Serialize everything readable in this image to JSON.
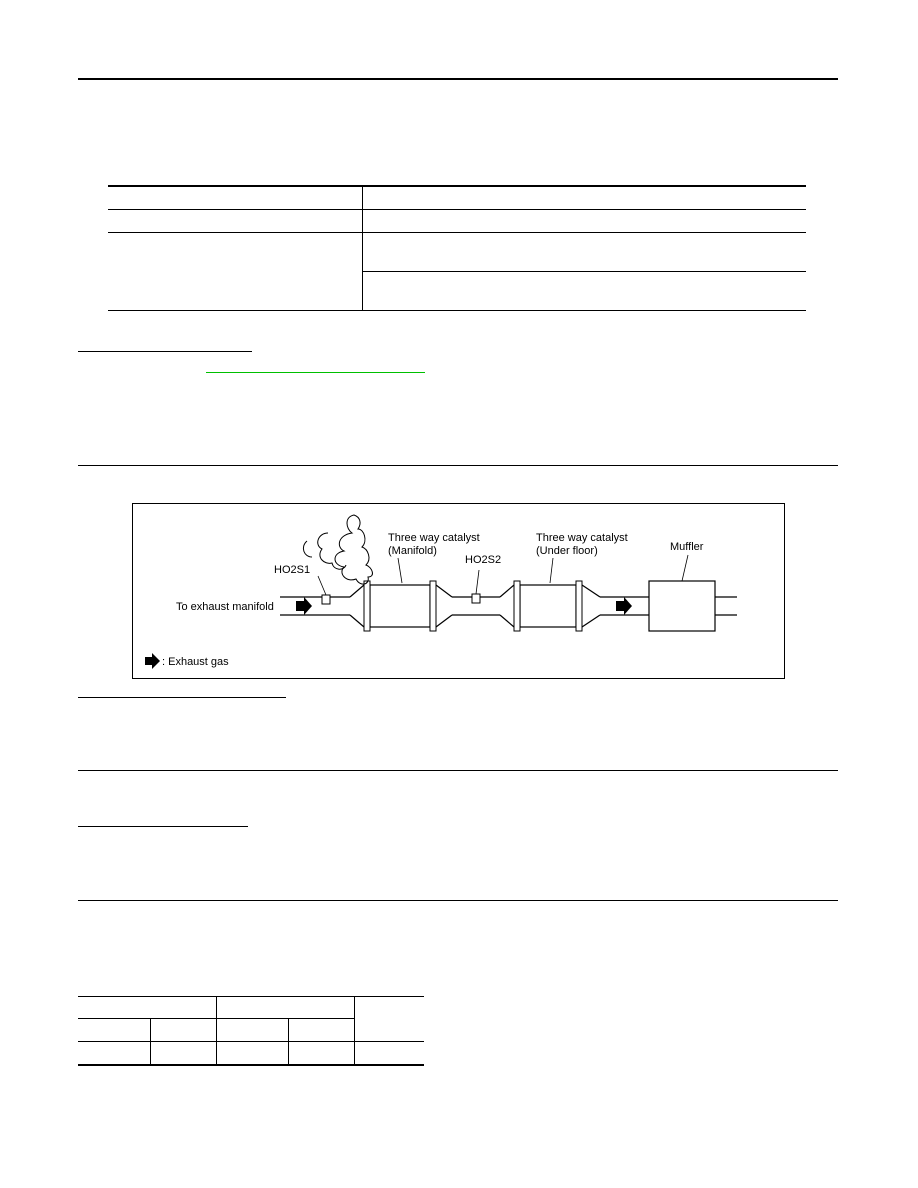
{
  "diagram": {
    "labels": {
      "three_way_manifold_1": "Three way catalyst",
      "three_way_manifold_2": "(Manifold)",
      "three_way_under_1": "Three way catalyst",
      "three_way_under_2": "(Under floor)",
      "ho2s1": "HO2S1",
      "ho2s2": "HO2S2",
      "muffler": "Muffler",
      "to_exhaust_manifold": "To exhaust manifold",
      "legend_exhaust_gas": ": Exhaust gas"
    }
  }
}
